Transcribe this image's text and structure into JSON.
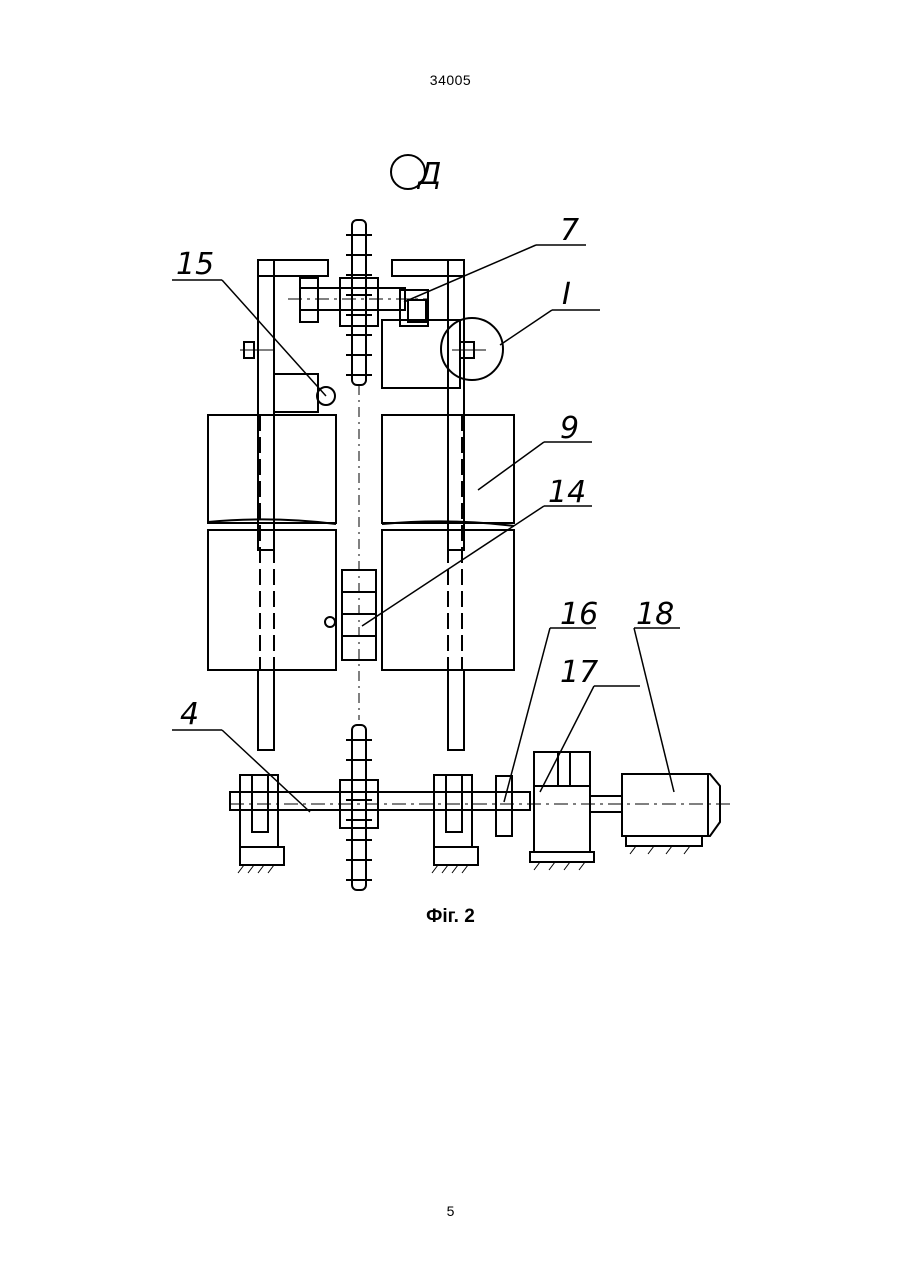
{
  "document": {
    "number": "34005",
    "page_number": "5"
  },
  "figure": {
    "caption": "Фіг. 2",
    "view_label": "Д",
    "callouts": [
      "15",
      "7",
      "I",
      "9",
      "14",
      "16",
      "17",
      "18",
      "4"
    ]
  }
}
